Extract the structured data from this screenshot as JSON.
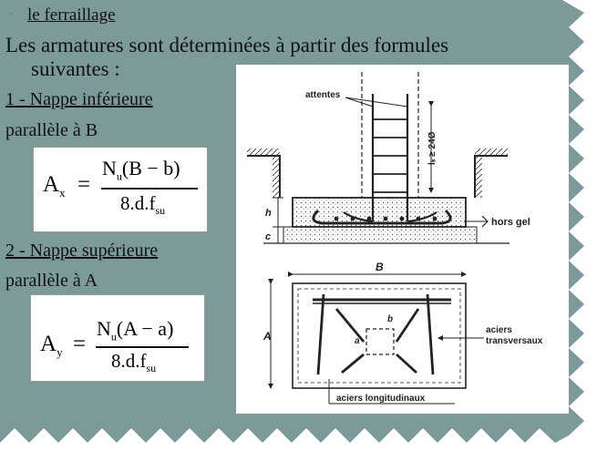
{
  "slide": {
    "bullet": "•",
    "title": "le ferraillage",
    "intro_line1": "Les armatures sont déterminées à partir des formules",
    "intro_line2": "suivantes :",
    "section1_heading": "1 - Nappe inférieure",
    "section1_text": "parallèle à B",
    "section2_heading": "2 - Nappe supérieure",
    "section2_text": "parallèle à A"
  },
  "formula1": {
    "lhs": "A",
    "lhs_sub": "x",
    "eq": "=",
    "num_a": "N",
    "num_sub": "u",
    "num_b": "(B − b)",
    "den_a": "8.d.f",
    "den_sub": "su"
  },
  "formula2": {
    "lhs": "A",
    "lhs_sub": "y",
    "eq": "=",
    "num_a": "N",
    "num_sub": "u",
    "num_b": "(A − a)",
    "den_a": "8.d.f",
    "den_sub": "su"
  },
  "figure": {
    "label_attentes": "attentes",
    "label_ls": "lₛ ≥ 24Ø",
    "label_h": "h",
    "label_c": "c",
    "label_hors_gel": "hors gel",
    "label_B": "B",
    "label_A": "A",
    "label_a": "a",
    "label_b": "b",
    "label_aciers_transversaux_1": "aciers",
    "label_aciers_transversaux_2": "transversaux",
    "label_aciers_longitudinaux": "aciers longitudinaux"
  },
  "colors": {
    "background": "#7d9a9a",
    "paper": "#ffffff",
    "bullet": "#6a8c8c"
  }
}
